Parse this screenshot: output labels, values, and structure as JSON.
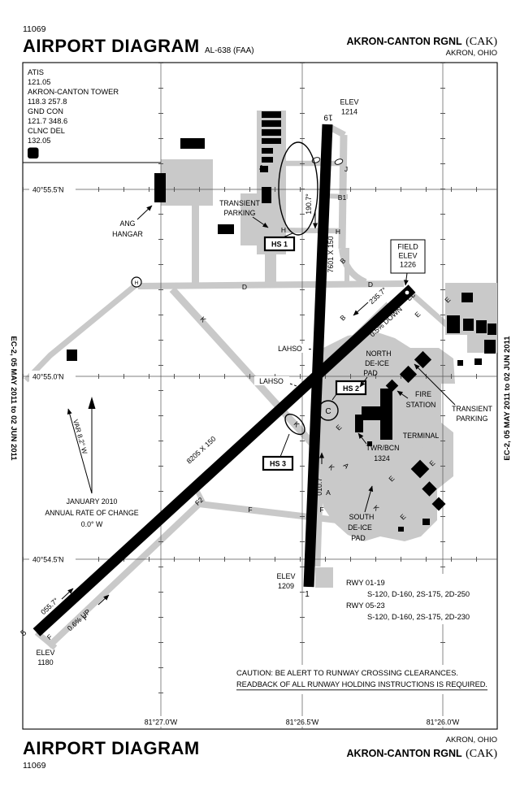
{
  "header": {
    "chart_id": "11069",
    "title": "AIRPORT DIAGRAM",
    "procedure": "AL-638 (FAA)",
    "airport": "AKRON-CANTON RGNL",
    "code": "(CAK)",
    "city": "AKRON, OHIO"
  },
  "footer": {
    "title": "AIRPORT DIAGRAM",
    "chart_id": "11069",
    "airport": "AKRON-CANTON RGNL",
    "code": "(CAK)",
    "city": "AKRON, OHIO"
  },
  "edition": "EC-2, 05 MAY 2011 to 02 JUN 2011",
  "comm": {
    "rows": [
      "ATIS",
      "121.05",
      "AKRON-CANTON TOWER",
      "118.3  257.8",
      "GND CON",
      "121.7  348.6",
      "CLNC DEL",
      "132.05"
    ],
    "d_symbol": "D"
  },
  "graticule": {
    "lats": [
      "40°55.5'N",
      "40°55.0'N",
      "40°54.5'N"
    ],
    "lons": [
      "81°27.0'W",
      "81°26.5'W",
      "81°26.0'W"
    ]
  },
  "runways": {
    "r0119": {
      "north_number": "19",
      "south_number": "1",
      "south_heading": "190.7°",
      "north_heading": "010.7°",
      "dimensions": "7601 X 150"
    },
    "r0523": {
      "ne_number": "23",
      "sw_number": "5",
      "ne_heading": "235.7°",
      "sw_heading": "055.7°",
      "gradient_ne": "0.5% DOWN",
      "gradient_sw": "0.6% UP",
      "dimensions": "8205 X 150"
    }
  },
  "elevations": {
    "rwy19_end": [
      "ELEV",
      "1214"
    ],
    "field": [
      "FIELD",
      "ELEV",
      "1226"
    ],
    "rwy01_end": [
      "ELEV",
      "1209"
    ],
    "rwy05_end": [
      "ELEV",
      "1180"
    ],
    "tower": [
      "TWR/BCN",
      "1324"
    ]
  },
  "hotspots": {
    "hs1": "HS 1",
    "hs2": "HS 2",
    "hs3": "HS 3"
  },
  "labels": {
    "transient_parking": [
      "TRANSIENT",
      "PARKING"
    ],
    "ang_hangar": [
      "ANG",
      "HANGAR"
    ],
    "north_deice": [
      "NORTH",
      "DE-ICE",
      "PAD"
    ],
    "south_deice": [
      "SOUTH",
      "DE-ICE",
      "PAD"
    ],
    "fire_station": [
      "FIRE",
      "STATION"
    ],
    "terminal": "TERMINAL",
    "lahso": "LAHSO",
    "taxiways": {
      "A": "A",
      "B": "B",
      "B1": "B1",
      "C": "C",
      "D": "D",
      "E": "E",
      "F": "F",
      "F2": "F2",
      "H": "H",
      "J": "J",
      "K": "K"
    }
  },
  "compass": {
    "variation": "VAR 8.2° W",
    "annotation": [
      "JANUARY 2010",
      "ANNUAL RATE OF CHANGE",
      "0.0° W"
    ]
  },
  "caution": [
    "CAUTION:  BE ALERT TO RUNWAY CROSSING CLEARANCES.",
    "READBACK OF ALL RUNWAY HOLDING INSTRUCTIONS IS REQUIRED."
  ],
  "runway_data": [
    {
      "runway": "RWY 01-19",
      "strength": "S-120, D-160, 2S-175, 2D-250"
    },
    {
      "runway": "RWY 05-23",
      "strength": "S-120, D-160, 2S-175, 2D-230"
    }
  ],
  "colors": {
    "taxiway_gray": "#c9c9c9",
    "ink": "#000000"
  }
}
